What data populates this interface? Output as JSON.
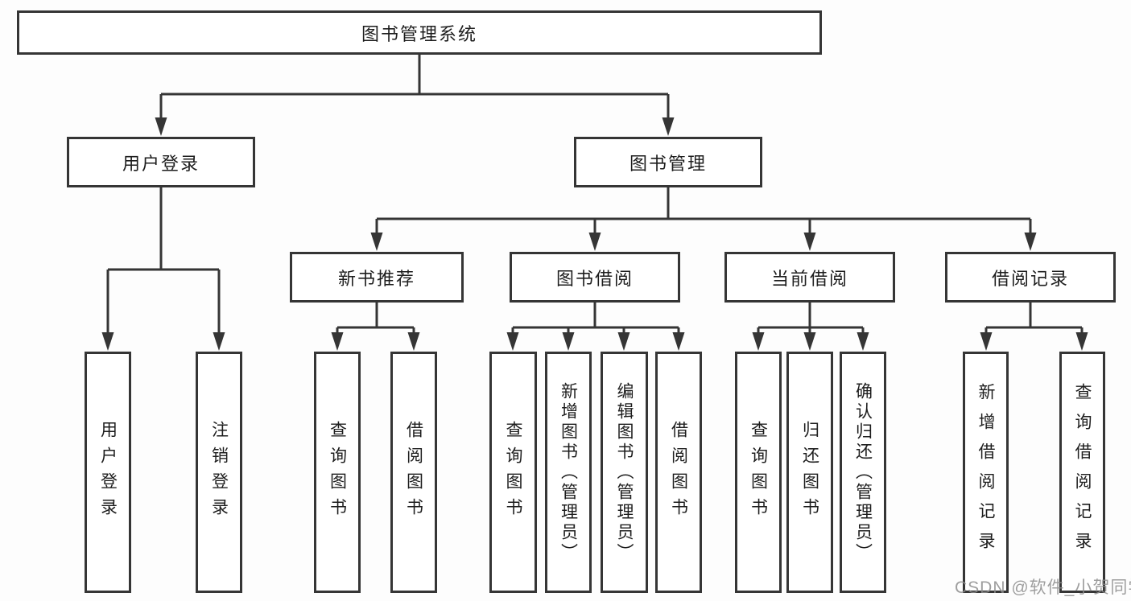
{
  "tree": {
    "label": "图书管理系统",
    "children": [
      {
        "label": "用户登录",
        "children": [
          {
            "label": "用户登录"
          },
          {
            "label": "注销登录"
          }
        ]
      },
      {
        "label": "图书管理",
        "children": [
          {
            "label": "新书推荐",
            "children": [
              {
                "label": "查询图书"
              },
              {
                "label": "借阅图书"
              }
            ]
          },
          {
            "label": "图书借阅",
            "children": [
              {
                "label": "查询图书"
              },
              {
                "label": "新增图书（管理员）"
              },
              {
                "label": "编辑图书（管理员）"
              },
              {
                "label": "借阅图书"
              }
            ]
          },
          {
            "label": "当前借阅",
            "children": [
              {
                "label": "查询图书"
              },
              {
                "label": "归还图书"
              },
              {
                "label": "确认归还（管理员）"
              }
            ]
          },
          {
            "label": "借阅记录",
            "children": [
              {
                "label": "新增借阅记录"
              },
              {
                "label": "查询借阅记录"
              }
            ]
          }
        ]
      }
    ]
  },
  "watermark": "CSDN @软件_小贺同学",
  "colors": {
    "line": "#353535",
    "box_border": "#353535",
    "text": "#1d1d1d",
    "watermark": "#8e8e8e",
    "background": "#fdfdfd"
  }
}
